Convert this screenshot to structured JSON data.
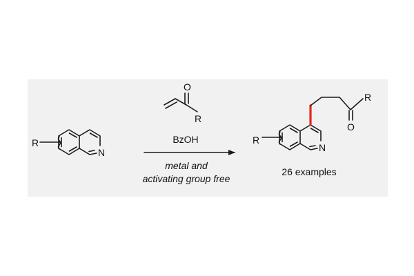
{
  "colors": {
    "panel_background": "#f1f1f1",
    "bond": "#1a1a1a",
    "new_bond_highlight": "#e8231a"
  },
  "reactant": {
    "substituent_label": "R",
    "nitrogen_label": "N"
  },
  "reagent": {
    "oxygen_label": "O",
    "substituent_label": "R"
  },
  "conditions": {
    "above_arrow": "BzOH",
    "below_arrow_line1": "metal and",
    "below_arrow_line2": "activating group free"
  },
  "product": {
    "ring_substituent_label": "R",
    "nitrogen_label": "N",
    "ketone_substituent_label": "R",
    "oxygen_label": "O"
  },
  "scope_note": "26 examples"
}
